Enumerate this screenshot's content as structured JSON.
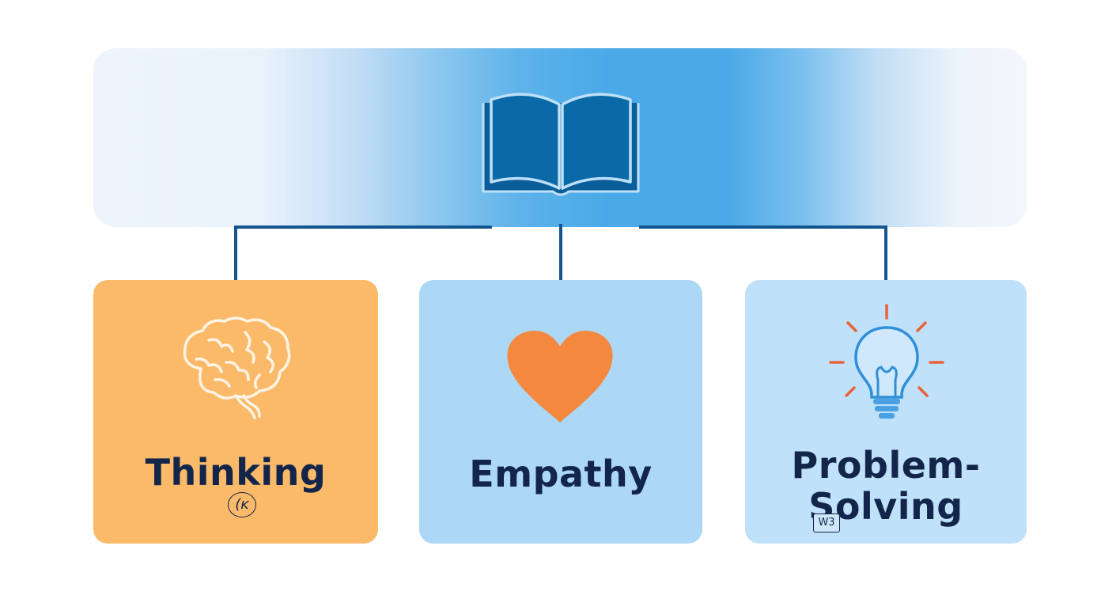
{
  "diagram": {
    "root": {
      "icon": "open-book-icon",
      "colors": {
        "banner_center": "#4aa9e7",
        "banner_edge": "#eef4fb",
        "icon_fill": "#0a6aa8",
        "icon_stroke": "#bfe0f8"
      }
    },
    "connector_color": "#12558f",
    "cards": [
      {
        "id": "thinking",
        "label": "Thinking",
        "icon": "brain-icon",
        "background": "#fbb96a",
        "mark": "(ᴋ"
      },
      {
        "id": "empathy",
        "label": "Empathy",
        "icon": "heart-icon",
        "background": "#acd8f6",
        "icon_color": "#f4883f"
      },
      {
        "id": "problem-solving",
        "label_line1": "Problem-",
        "label_line2": "Solving",
        "icon": "lightbulb-icon",
        "background": "#bfe1f9",
        "ray_color": "#e8623a",
        "mark": "W3"
      }
    ],
    "label_color": "#13254a"
  }
}
